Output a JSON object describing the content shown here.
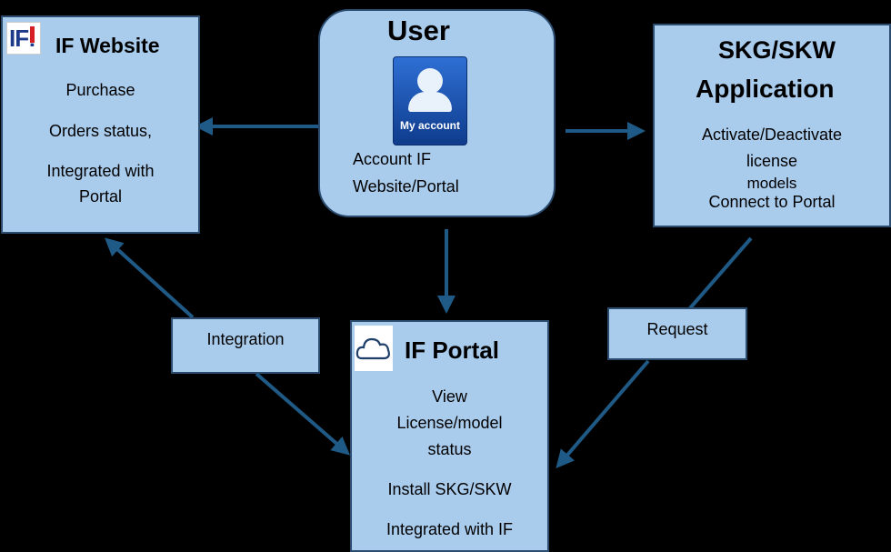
{
  "colors": {
    "box": "#a9cbec",
    "border": "#2b4c6f",
    "arrow": "#1f5a86",
    "background": "#000000"
  },
  "website": {
    "logo": "IF!",
    "title": "IF Website",
    "lines": [
      "Purchase",
      "Orders status,",
      "Integrated with",
      "Portal"
    ]
  },
  "user": {
    "title": "User",
    "icon_label": "My account",
    "lines": [
      "Account IF",
      "Website/Portal"
    ]
  },
  "app": {
    "title1": "SKG/SKW",
    "title2": "Application",
    "lines": [
      "Activate/Deactivate",
      "license",
      "models",
      "Connect to Portal"
    ]
  },
  "portal": {
    "title": "IF Portal",
    "lines": [
      "View",
      "License/model",
      "status",
      "Install SKG/SKW",
      "Integrated with IF"
    ]
  },
  "labels": {
    "integration": "Integration",
    "request": "Request"
  }
}
